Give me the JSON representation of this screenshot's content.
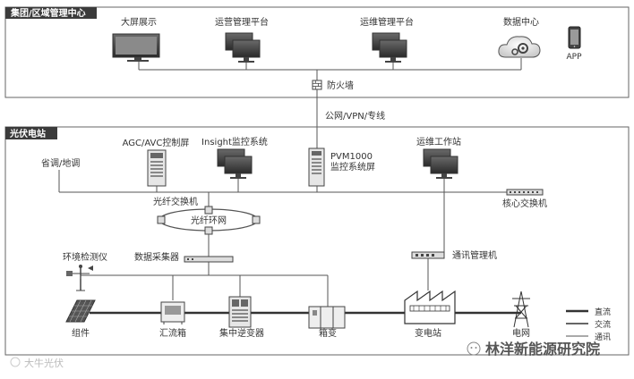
{
  "group_center": {
    "title": "集团/区域管理中心",
    "nodes": {
      "big_screen": "大屏展示",
      "ops_platform": "运营管理平台",
      "maint_platform": "运维管理平台",
      "data_center": "数据中心",
      "app": "APP"
    }
  },
  "firewall": "防火墙",
  "network": "公网/VPN/专线",
  "pv_station": {
    "title": "光伏电站",
    "dispatch": "省调/地调",
    "agc": "AGC/AVC控制屏",
    "insight": "Insight监控系统",
    "pvm_line1": "PVM1000",
    "pvm_line2": "监控系统屏",
    "maint_station": "运维工作站",
    "core_switch": "核心交换机",
    "fiber_switch": "光纤交换机",
    "fiber_ring": "光纤环网",
    "comm_manager": "通讯管理机",
    "env_monitor": "环境检测仪",
    "data_collector": "数据采集器",
    "pv_module": "组件",
    "combiner": "汇流箱",
    "inverter": "集中逆变器",
    "box_transformer": "箱变",
    "substation": "变电站",
    "grid": "电网"
  },
  "legend": {
    "dc": "直流",
    "ac": "交流",
    "comm": "通讯"
  },
  "watermark_left": "大牛光伏",
  "watermark_right": "林洋新能源研究院",
  "colors": {
    "header_fill": "#3b3b3b",
    "line": "#555555",
    "border": "#666666"
  }
}
